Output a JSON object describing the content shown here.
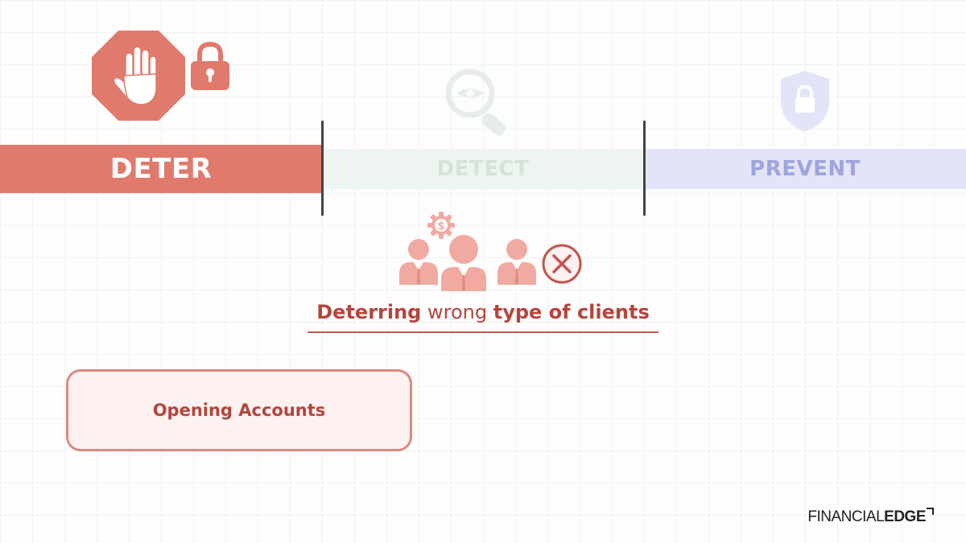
{
  "stages": [
    {
      "label": "DETER",
      "color": "#e07a6c",
      "icons": [
        "stop-hand-icon",
        "padlock-icon"
      ]
    },
    {
      "label": "DETECT",
      "color": "#d5e3d8",
      "icons": [
        "magnifier-eye-icon"
      ]
    },
    {
      "label": "PREVENT",
      "color": "#9ea4dc",
      "icons": [
        "shield-lock-icon"
      ]
    }
  ],
  "subtitle": {
    "part1": "Deterring",
    "part2": " wrong ",
    "part3": "type of clients"
  },
  "subtitle_icons": [
    "dollar-gear-icon",
    "clients-group-icon",
    "cancel-x-icon"
  ],
  "box": {
    "label": "Opening Accounts"
  },
  "logo": {
    "part1": "FINANCIAL",
    "part2": "EDGE"
  }
}
